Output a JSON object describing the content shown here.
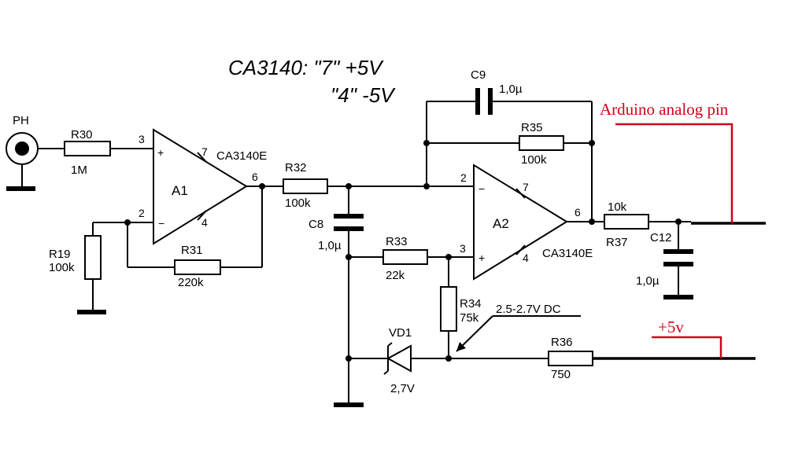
{
  "note": {
    "line1": "CA3140: \"7\" +5V",
    "line2": "\"4\" -5V"
  },
  "input": {
    "label": "PH"
  },
  "opamps": {
    "a1": {
      "name": "A1",
      "part": "CA3140E",
      "pin_plus": "+",
      "pin_minus": "−",
      "pin3": "3",
      "pin2": "2",
      "pin7": "7",
      "pin4": "4",
      "pin6": "6"
    },
    "a2": {
      "name": "A2",
      "part": "CA3140E",
      "pin_plus": "+",
      "pin_minus": "−",
      "pin3": "3",
      "pin2": "2",
      "pin7": "7",
      "pin4": "4",
      "pin6": "6"
    }
  },
  "resistors": {
    "r30": {
      "name": "R30",
      "value": "1M"
    },
    "r19": {
      "name": "R19",
      "value": "100k"
    },
    "r31": {
      "name": "R31",
      "value": "220k"
    },
    "r32": {
      "name": "R32",
      "value": "100k"
    },
    "r33": {
      "name": "R33",
      "value": "22k"
    },
    "r34": {
      "name": "R34",
      "value": "75k"
    },
    "r35": {
      "name": "R35",
      "value": "100k"
    },
    "r36": {
      "name": "R36",
      "value": "750"
    },
    "r37": {
      "name": "R37",
      "value": "10k"
    }
  },
  "capacitors": {
    "c8": {
      "name": "C8",
      "value": "1,0µ"
    },
    "c9": {
      "name": "C9",
      "value": "1,0µ"
    },
    "c12": {
      "name": "C12",
      "value": "1,0µ"
    }
  },
  "diode": {
    "name": "VD1",
    "value": "2,7V"
  },
  "annotations": {
    "bias": "2.5-2.7V DC"
  },
  "outputs": {
    "arduino": "Arduino analog pin",
    "supply": "+5v"
  },
  "colors": {
    "wire": "#000000",
    "annotation": "#d0021b"
  }
}
